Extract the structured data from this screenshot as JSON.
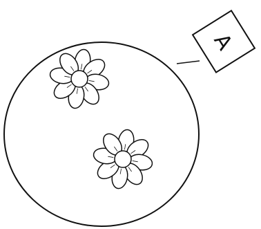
{
  "tag": {
    "label": "A"
  },
  "flowers": [
    {
      "name": "flower-top-left"
    },
    {
      "name": "flower-bottom"
    }
  ],
  "colors": {
    "stroke": "#111111",
    "background": "#ffffff"
  }
}
